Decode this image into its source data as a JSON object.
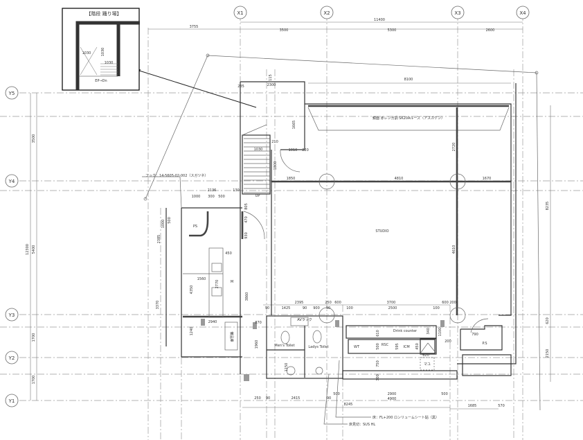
{
  "inset": {
    "title": "【階段 踊り場】",
    "dim_a": "1030",
    "dim_b": "1030",
    "dim_c": "1030",
    "note": "EP→Dn"
  },
  "grid": {
    "x": [
      "X1",
      "X2",
      "X3",
      "X4"
    ],
    "y": [
      "Y5",
      "Y4",
      "Y3",
      "Y2",
      "Y1"
    ]
  },
  "dims": {
    "top": [
      "11400",
      "3755",
      "3500",
      "5300",
      "2600"
    ],
    "left": [
      "3500",
      "12300",
      "5400",
      "1700",
      "1700"
    ],
    "right": [
      "8235",
      "620",
      "2150"
    ],
    "entry": [
      "2300",
      "285",
      "115",
      "1665",
      "210",
      "1030",
      "1010",
      "220",
      "1800"
    ],
    "studio": [
      "8100",
      "1850",
      "4810",
      "1670",
      "2720",
      "4610"
    ],
    "west": [
      "2136",
      "130",
      "1000",
      "300",
      "500",
      "805",
      "470",
      "930",
      "1000",
      "500",
      "2385",
      "450",
      "1560",
      "2770",
      "4350",
      "3860",
      "3370",
      "2940",
      "1240",
      "870",
      "1960"
    ],
    "service": [
      "2395",
      "250",
      "600",
      "3700",
      "600",
      "200",
      "90",
      "1425",
      "90",
      "900",
      "90",
      "100",
      "2500",
      "100",
      "610",
      "340",
      "1100",
      "200",
      "500",
      "595",
      "450",
      "620",
      "790",
      "1150",
      "750",
      "300"
    ],
    "bottom": [
      "250",
      "90",
      "2415",
      "90",
      "500",
      "2900",
      "500",
      "4900",
      "8245",
      "1685",
      "570"
    ]
  },
  "labels": {
    "studio": "STUDIO",
    "mirror": "鏡面 赤レンガ調 SK20Aルーズ（アスカケン）",
    "hook": "フック：14-5605-02-002（スガツネ）",
    "up": "UP",
    "storage": "備品庫",
    "av_rack": "AVラック",
    "drink_counter": "Drink counter",
    "wt": "WT",
    "rsc": "RSC",
    "icm": "ICM",
    "ps": "P.S",
    "mens_toilet": "Men's Toilet",
    "ladys_toilet": "Ladys Toilet",
    "m_mark": "M",
    "ps_small": "PS",
    "sink_tag": "マユ",
    "floor_note": "床：FL+200 ロンリュームシート貼（黒）",
    "edge_note": "床見切：SUS HL"
  }
}
